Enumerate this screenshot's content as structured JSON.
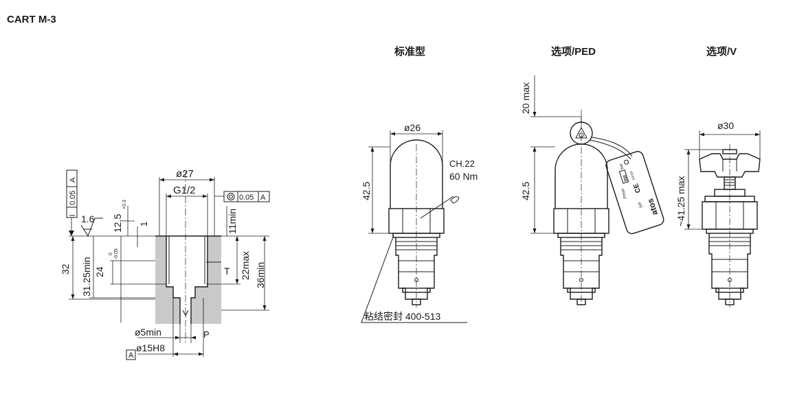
{
  "page": {
    "title": "CART  M-3"
  },
  "cavity": {
    "dia_top": "ø27",
    "thread": "G1/2",
    "depth_thread": "12.5",
    "depth_thread_tol": "+0.3",
    "depth_thread_tol2": "0",
    "small_1": "1",
    "depth_11min": "11min",
    "depth_22max": "22max",
    "depth_36min": "36min",
    "dim_32": "32",
    "dim_3125min": "31.25min",
    "dim_24": "24",
    "dim_24_tol_a": "0",
    "dim_24_tol_b": "-0.05",
    "roughness": "1.6",
    "flatness_value": "0.05",
    "flatness_ref": "A",
    "coaxial_value": "0.05",
    "coaxial_ref": "A",
    "port_t": "T",
    "port_p": "P",
    "dia_5min": "ø5min",
    "dia_15h8": "ø15H8",
    "datum": "A"
  },
  "views": {
    "standard_title": "标准型",
    "ped_title": "选项/PED",
    "v_title": "选项/V",
    "std_dia": "ø26",
    "std_height": "42.5",
    "wrench": "CH.22",
    "torque": "60 Nm",
    "seals": "粘结密封 400-513",
    "ped_top": "20 max",
    "ped_height": "42.5",
    "v_dia": "ø30",
    "v_height": "~41.25 max",
    "tag_line1": "Pmax",
    "tag_line2": "350",
    "tag_line3": "bar",
    "tag_line4": "S/F",
    "tag_line5": "atos",
    "tag_line6": "CE",
    "tag_line7": "XXXX"
  }
}
